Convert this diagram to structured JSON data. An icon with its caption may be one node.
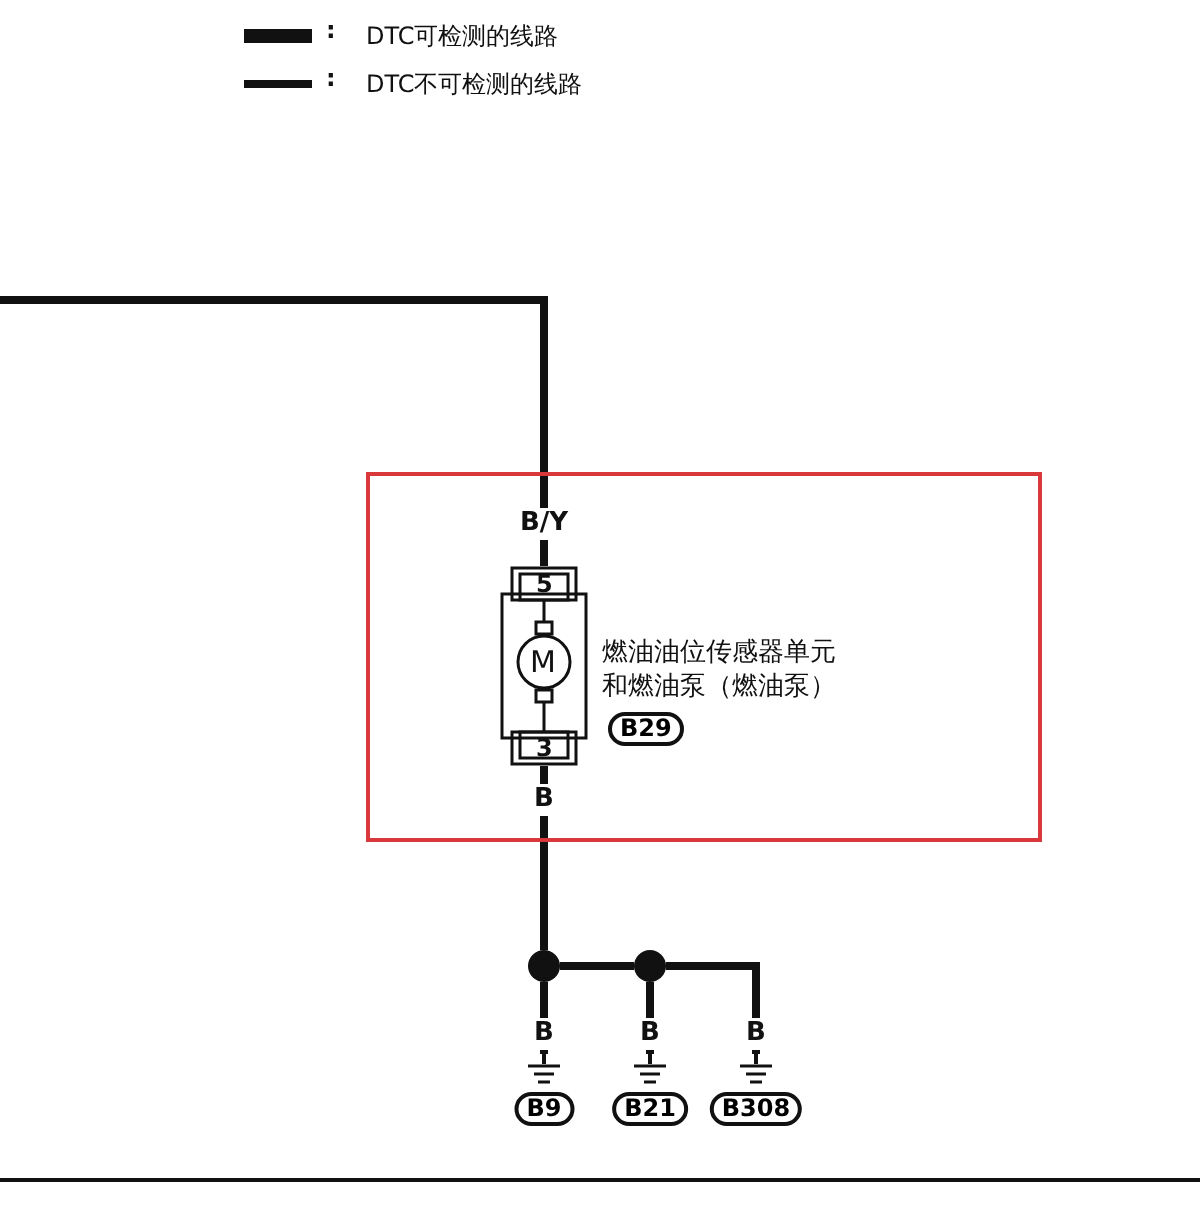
{
  "diagram": {
    "nodes": [
      {
        "text": [],
        "shape": "box"
      },
      {
        "text": [
          "M"
        ],
        "in": 0,
        "beside": [
          "燃油油位传感器单元和燃油泵（燃油泵）"
        ]
      },
      {
        "text": [
          "B29"
        ],
        "in": 0
      },
      {
        "text": [],
        "shape": "circle"
      },
      {
        "text": [],
        "shape": "circle"
      },
      {
        "text": [
          "B9"
        ]
      },
      {
        "text": [
          "B21"
        ]
      },
      {
        "text": [
          "B308"
        ]
      }
    ],
    "edges": [
      {
        "from": null,
        "to": 1,
        "arrow": "none",
        "label": "B/Y"
      },
      {
        "from": 1,
        "to": 3,
        "arrow": "none",
        "label": "B"
      },
      {
        "from": 3,
        "to": 4,
        "arrow": "none"
      },
      {
        "from": 3,
        "to": 5,
        "arrow": "none",
        "label": "B"
      },
      {
        "from": 4,
        "to": 6,
        "arrow": "none",
        "label": "B"
      },
      {
        "from": 4,
        "to": 7,
        "arrow": "none",
        "label": "B"
      }
    ],
    "labels": [
      ":",
      ":",
      "5",
      "3"
    ],
    "legend": [
      {
        "text": "DTC可检测的线路"
      },
      {
        "text": "DTC不可检测的线路"
      }
    ]
  }
}
